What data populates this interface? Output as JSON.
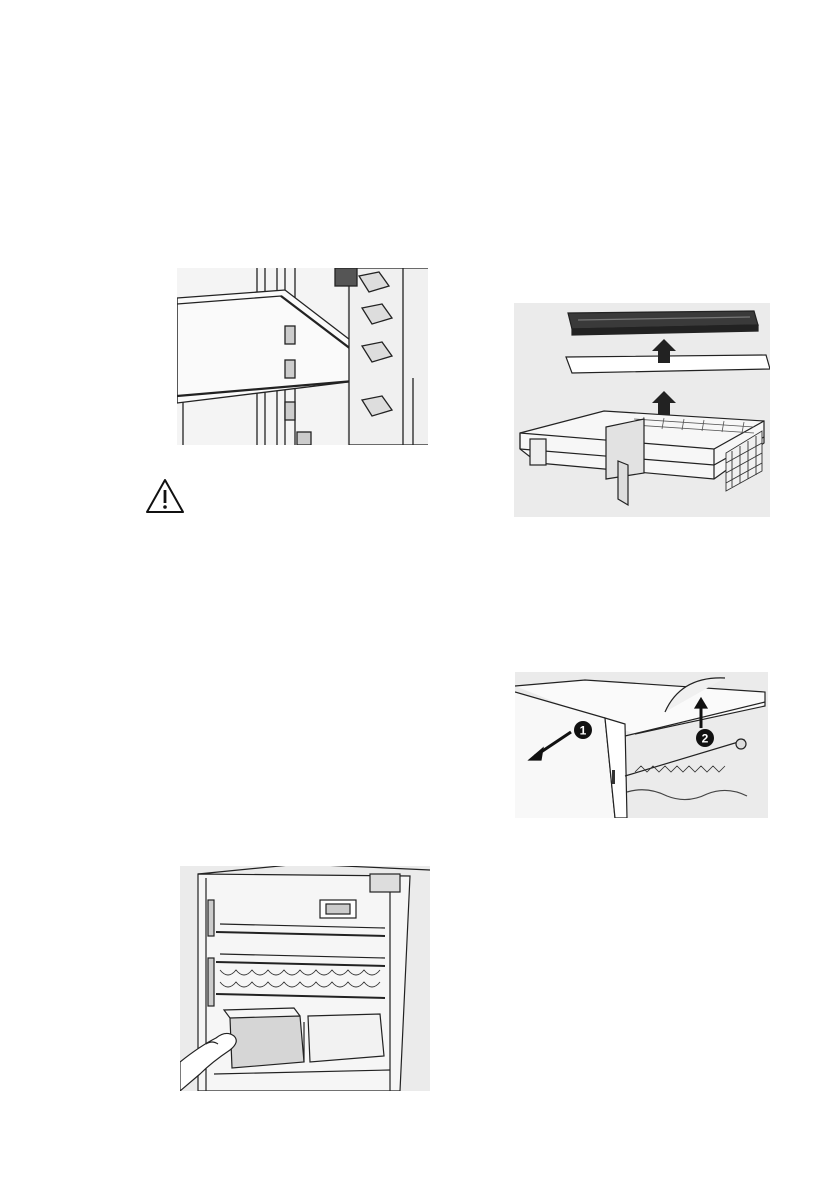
{
  "page": {
    "background": "#ffffff",
    "figure_background": "#ebebeb",
    "line_color": "#222222"
  },
  "figures": {
    "shelf": {
      "icon": "shelf-illustration"
    },
    "filter": {
      "icon": "air-filter-illustration"
    },
    "crisper": {
      "icon": "crisper-cover-illustration",
      "steps": [
        "1",
        "2"
      ]
    },
    "drawer": {
      "icon": "drawer-removal-illustration"
    }
  },
  "warning": {
    "icon": "warning-triangle-icon"
  }
}
